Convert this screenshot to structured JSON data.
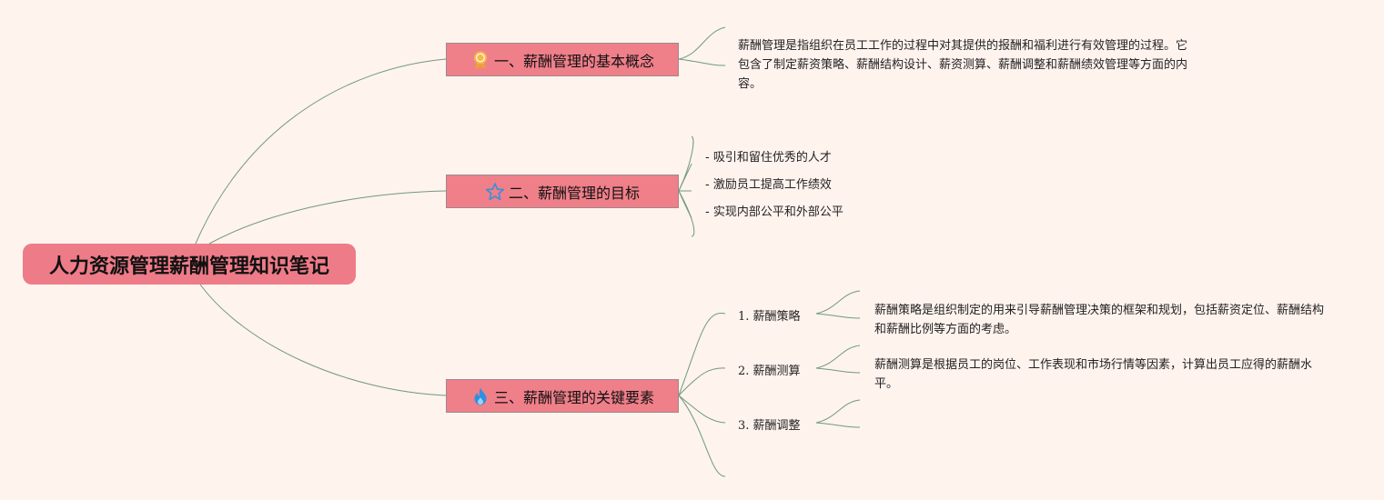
{
  "root": {
    "title": "人力资源管理薪酬管理知识笔记"
  },
  "branches": [
    {
      "icon": "award-ribbon-icon",
      "title": "一、薪酬管理的基本概念",
      "description": "薪酬管理是指组织在员工工作的过程中对其提供的报酬和福利进行有效管理的过程。它包含了制定薪资策略、薪酬结构设计、薪资测算、薪酬调整和薪酬绩效管理等方面的内容。"
    },
    {
      "icon": "star-outline-icon",
      "title": "二、薪酬管理的目标",
      "items": [
        "- 吸引和留住优秀的人才",
        "- 激励员工提高工作绩效",
        "- 实现内部公平和外部公平"
      ]
    },
    {
      "icon": "fire-icon",
      "title": "三、薪酬管理的关键要素",
      "subitems": [
        {
          "num": "1.",
          "label": "薪酬策略",
          "description": "薪酬策略是组织制定的用来引导薪酬管理决策的框架和规划，包括薪资定位、薪酬结构和薪酬比例等方面的考虑。"
        },
        {
          "num": "2.",
          "label": "薪酬测算",
          "description": "薪酬测算是根据员工的岗位、工作表现和市场行情等因素，计算出员工应得的薪酬水平。"
        },
        {
          "num": "3.",
          "label": "薪酬调整",
          "description": ""
        }
      ]
    }
  ],
  "colors": {
    "background": "#fff3ee",
    "node_fill": "#ef7f89",
    "connector": "#6f9a7d"
  }
}
